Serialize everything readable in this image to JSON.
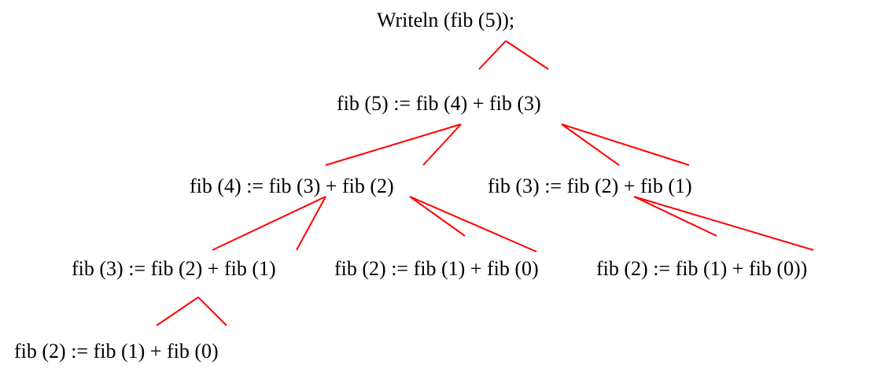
{
  "diagram": {
    "title": "Writeln (fib (5));",
    "line_color": "#ff0000",
    "text_color": "#000000",
    "nodes": [
      {
        "id": "fib5",
        "text": "fib (5) := fib (4) + fib (3)"
      },
      {
        "id": "fib4",
        "text": "fib (4) := fib (3) + fib (2)"
      },
      {
        "id": "fib3_right",
        "text": "fib (3) := fib (2) + fib (1)"
      },
      {
        "id": "fib3_left",
        "text": "fib (3) := fib (2) + fib (1)"
      },
      {
        "id": "fib2_mid",
        "text": "fib (2) := fib (1) + fib (0)"
      },
      {
        "id": "fib2_right",
        "text": "fib (2) := fib (1) + fib (0))"
      },
      {
        "id": "fib2_bottom",
        "text": "fib (2) := fib (1) + fib (0)"
      }
    ],
    "edges": [
      {
        "from": "title",
        "to": "fib5",
        "side": "left"
      },
      {
        "from": "title",
        "to": "fib5",
        "side": "right"
      },
      {
        "from": "fib5",
        "to": "fib4",
        "side": "left"
      },
      {
        "from": "fib5",
        "to": "fib4",
        "side": "right"
      },
      {
        "from": "fib5",
        "to": "fib3_right",
        "side": "left"
      },
      {
        "from": "fib5",
        "to": "fib3_right",
        "side": "right"
      },
      {
        "from": "fib4",
        "to": "fib3_left",
        "side": "left"
      },
      {
        "from": "fib4",
        "to": "fib3_left",
        "side": "right"
      },
      {
        "from": "fib4",
        "to": "fib2_mid",
        "side": "left"
      },
      {
        "from": "fib4",
        "to": "fib2_mid",
        "side": "right"
      },
      {
        "from": "fib3_right",
        "to": "fib2_right",
        "side": "left"
      },
      {
        "from": "fib3_right",
        "to": "fib2_right",
        "side": "right"
      },
      {
        "from": "fib3_left",
        "to": "fib2_bottom",
        "side": "left"
      },
      {
        "from": "fib3_left",
        "to": "fib2_bottom",
        "side": "right"
      }
    ]
  }
}
